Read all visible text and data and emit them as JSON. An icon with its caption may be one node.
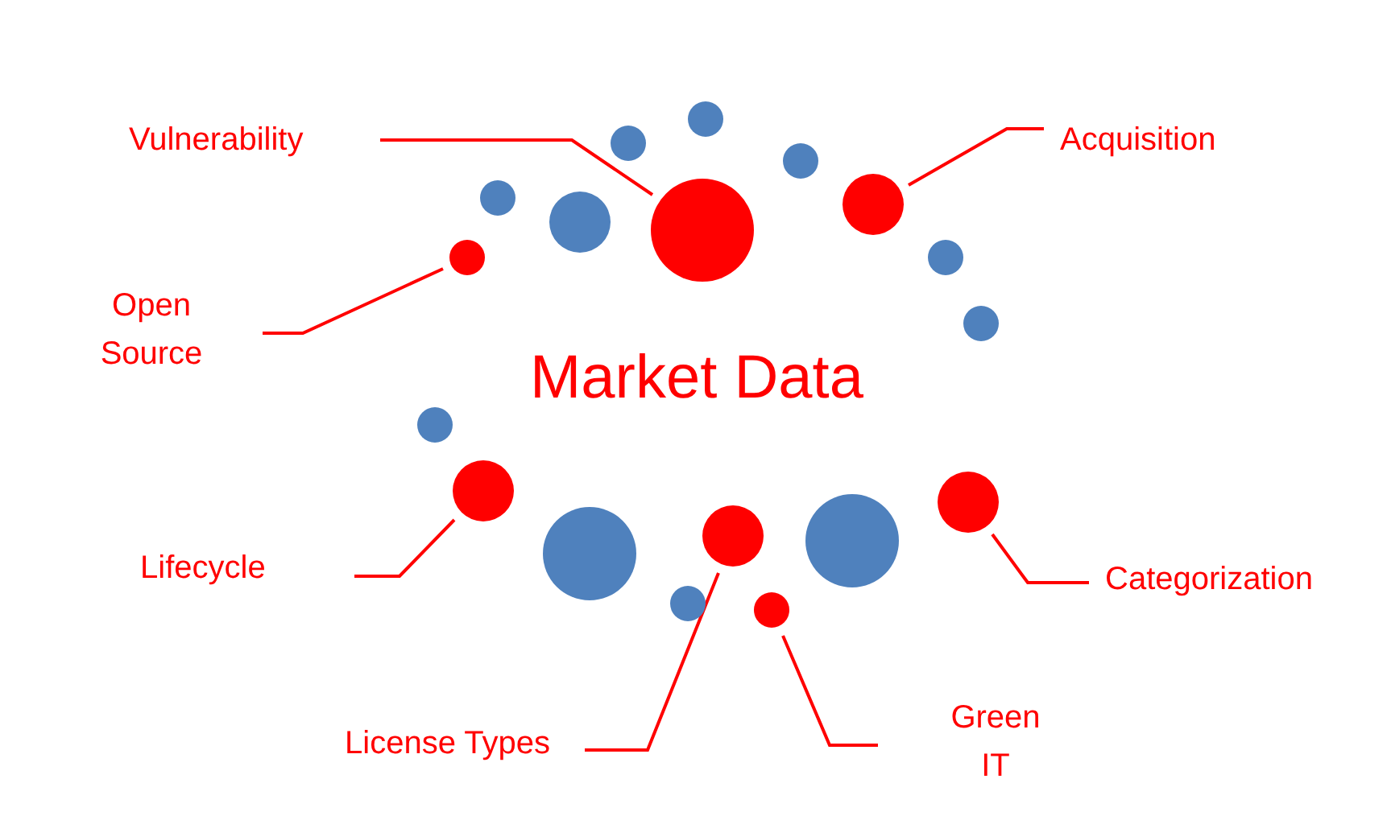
{
  "diagram": {
    "nodes": [
      {
        "text": [
          "Vulnerability"
        ]
      },
      {
        "text": [
          "Acquisition"
        ]
      },
      {
        "text": [
          "Open Source"
        ]
      },
      {
        "text": [
          "Lifecycle"
        ]
      },
      {
        "text": [
          "Categorization"
        ]
      },
      {
        "text": [
          "License Types"
        ]
      },
      {
        "text": [
          "Green IT"
        ]
      },
      {
        "text": [],
        "shape": "circle"
      },
      {
        "text": [],
        "shape": "circle"
      },
      {
        "text": [],
        "shape": "circle"
      },
      {
        "text": [],
        "shape": "circle"
      },
      {
        "text": [],
        "shape": "circle"
      },
      {
        "text": [],
        "shape": "circle"
      },
      {
        "text": [],
        "shape": "circle"
      },
      {
        "text": [],
        "shape": "circle"
      },
      {
        "text": [],
        "shape": "circle"
      },
      {
        "text": [],
        "shape": "circle"
      },
      {
        "text": [],
        "shape": "circle"
      },
      {
        "text": [],
        "shape": "circle"
      },
      {
        "text": [],
        "shape": "circle"
      },
      {
        "text": [],
        "shape": "circle"
      },
      {
        "text": [],
        "shape": "circle"
      },
      {
        "text": [],
        "shape": "circle"
      },
      {
        "text": [],
        "shape": "circle"
      },
      {
        "text": [],
        "shape": "circle"
      }
    ],
    "edges": [
      {
        "from": 0,
        "to": 13,
        "arrow": "none"
      },
      {
        "from": 1,
        "to": 11,
        "arrow": "none"
      },
      {
        "from": 2,
        "to": 14,
        "arrow": "none"
      },
      {
        "from": 3,
        "to": 18,
        "arrow": "none"
      },
      {
        "from": 4,
        "to": 19,
        "arrow": "none"
      },
      {
        "from": 5,
        "to": 20,
        "arrow": "none"
      },
      {
        "from": 6,
        "to": 24,
        "arrow": "none"
      }
    ],
    "labels": [
      "Market Data"
    ]
  }
}
